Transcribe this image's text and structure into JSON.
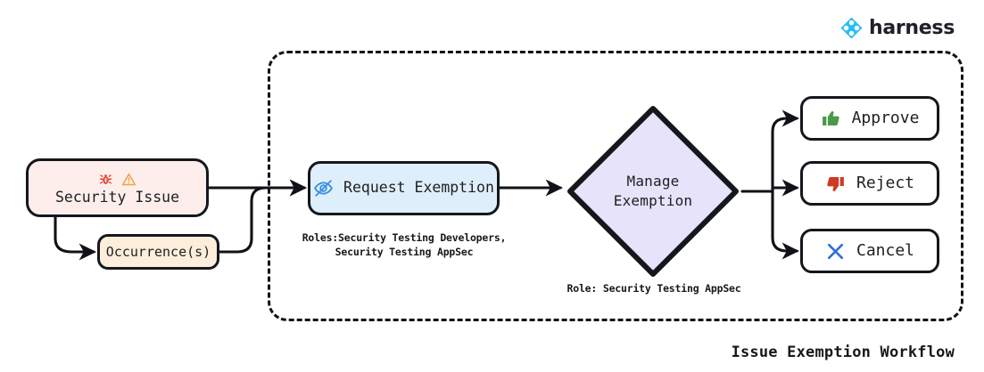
{
  "brand": {
    "name": "harness",
    "logo_icon": "harness-diamond-logo",
    "accent_color": "#27bdf4"
  },
  "diagram": {
    "caption": "Issue Exemption Workflow",
    "lane_label": "",
    "nodes": {
      "security_issue": {
        "label": "Security Issue",
        "icons": [
          "bug-icon",
          "warning-triangle-icon"
        ],
        "fill": "#fdeeec",
        "stroke": "#14171c"
      },
      "occurrence": {
        "label": "Occurrence(s)",
        "fill": "#fdeedb",
        "stroke": "#14171c"
      },
      "request_exemption": {
        "label": "Request Exemption",
        "icon": "eye-off-icon",
        "icon_color": "#3b8fe0",
        "fill": "#dfeefb",
        "stroke": "#14171c",
        "note": "Roles:Security Testing Developers,\nSecurity Testing AppSec"
      },
      "manage_exemption": {
        "label_line1": "Manage",
        "label_line2": "Exemption",
        "fill": "#e6e3fa",
        "stroke": "#14171c",
        "note": "Role: Security Testing AppSec"
      },
      "approve": {
        "label": "Approve",
        "icon": "thumbs-up-icon",
        "icon_color": "#4a9a49",
        "fill": "#ffffff"
      },
      "reject": {
        "label": "Reject",
        "icon": "thumbs-down-icon",
        "icon_color": "#cf3a22",
        "fill": "#ffffff"
      },
      "cancel": {
        "label": "Cancel",
        "icon": "cross-x-icon",
        "icon_color": "#2f6fd0",
        "fill": "#ffffff"
      }
    }
  }
}
